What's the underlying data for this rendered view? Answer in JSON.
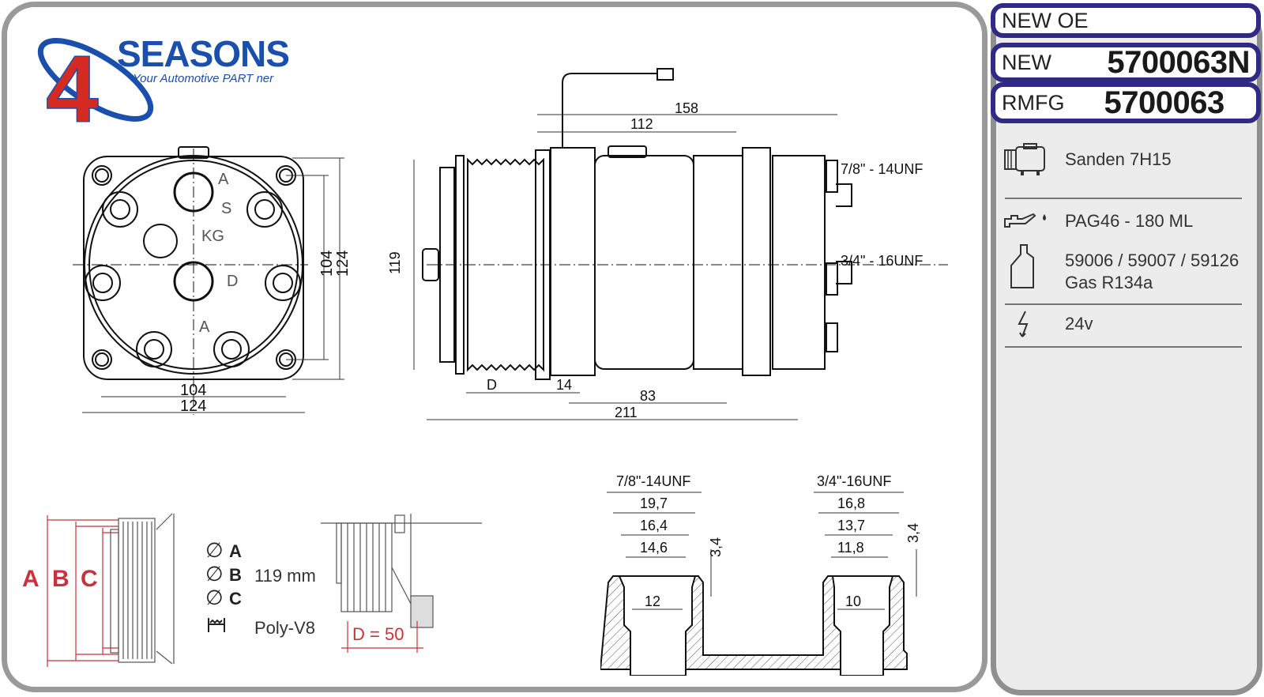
{
  "brand": {
    "name": "SEASONS",
    "number": "4",
    "tagline": "Your Automotive PART ner",
    "colors": {
      "blue": "#1b4fae",
      "red": "#d42a22"
    }
  },
  "part_numbers": {
    "new_oe": {
      "label": "NEW OE",
      "value": ""
    },
    "new": {
      "label": "NEW",
      "value": "5700063N"
    },
    "rmfg": {
      "label": "RMFG",
      "value": "5700063"
    }
  },
  "specs": [
    {
      "icon": "compressor-icon",
      "text": "Sanden 7H15"
    },
    {
      "icon": "oil-can-icon",
      "text": "PAG46 - 180 ML"
    },
    {
      "icon": "oil-bottle-icon",
      "text": "59006 / 59007 / 59126",
      "text2": "Gas R134a"
    },
    {
      "icon": "lightning-icon",
      "text": "24v"
    }
  ],
  "front_view": {
    "labels": {
      "a_top": "A",
      "s": "S",
      "kg": "KG",
      "d": "D",
      "a_bottom": "A"
    },
    "dims": {
      "inner_h": "104",
      "outer_h": "124",
      "inner_w": "104",
      "outer_w": "124"
    }
  },
  "side_view": {
    "dims": {
      "d158": "158",
      "d112": "112",
      "d119": "119",
      "d14": "14",
      "d83": "83",
      "d211": "211",
      "d_label": "D"
    },
    "ports": {
      "suction": "7/8\" - 14UNF",
      "discharge": "3/4\" - 16UNF"
    }
  },
  "pulley": {
    "labels": {
      "a": "A",
      "b": "B",
      "c": "C"
    },
    "diameter_a": "A",
    "diameter_b": "B",
    "diameter_c": "C",
    "diameter_value": "119 mm",
    "belt": "Poly-V8",
    "d_value": "D = 50",
    "accent": "#c8323c"
  },
  "port_detail": {
    "left": {
      "title": "7/8\"-14UNF",
      "d1": "19,7",
      "d2": "16,4",
      "d3": "14,6",
      "inner": "12",
      "depth": "3,4"
    },
    "right": {
      "title": "3/4\"-16UNF",
      "d1": "16,8",
      "d2": "13,7",
      "d3": "11,8",
      "inner": "10",
      "depth": "3,4"
    }
  }
}
